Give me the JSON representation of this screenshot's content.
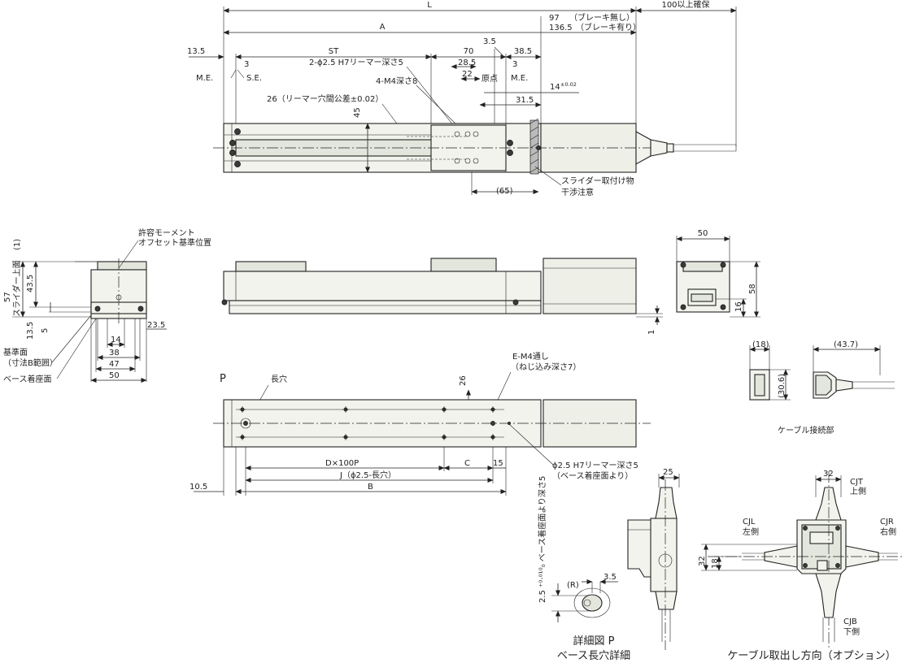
{
  "top_view": {
    "L": "L",
    "A": "A",
    "dim_97": "97",
    "brake_none": "（ブレーキ無し）",
    "dim_136_5": "136.5",
    "brake_with": "（ブレーキ有り）",
    "dim_100": "100以上確保",
    "dim_13_5": "13.5",
    "dim_3_left": "3",
    "ST": "ST",
    "ream_hole": "2-ϕ2.5 H7リーマー深さ5",
    "dim_70": "70",
    "dim_28_5": "28.5",
    "dim_3_5": "3.5",
    "dim_38_5": "38.5",
    "dim_3_right": "3",
    "dim_22": "22",
    "origin": "原点",
    "ME_left": "M.E.",
    "SE": "S.E.",
    "ME_right": "M.E.",
    "M4_depth": "4-M4深さ8",
    "dim_14": "14",
    "dim_14_tol": "±0.02",
    "pitch_26": "26（リーマー穴間公差±0.02）",
    "dim_31_5": "31.5",
    "dim_45": "45",
    "dim_65": "(65)",
    "slider_note_1": "スライダー取付け物",
    "slider_note_2": "干渉注意"
  },
  "side_view": {
    "dim_1": "(1)",
    "moment_1": "許容モーメント",
    "moment_2": "オフセット基準位置",
    "dim_57": "57",
    "slider_top": "スライダー上面",
    "dim_43_5": "43.5",
    "dim_13_5": "13.5",
    "dim_5": "5",
    "dim_23_5": "23.5",
    "dim_14": "14",
    "dim_38": "38",
    "dim_47": "47",
    "dim_50": "50",
    "ref_face_1": "基準面",
    "ref_face_2": "（寸法B範囲）",
    "base_face": "ベース着座面"
  },
  "front_view": {
    "dim_1": "1"
  },
  "end_view": {
    "dim_50": "50",
    "dim_58": "58",
    "dim_16": "16"
  },
  "cable_connector": {
    "dim_18": "(18)",
    "dim_30_6": "(30.6)",
    "dim_43_7": "(43.7)",
    "caption": "ケーブル接続部"
  },
  "bottom_view": {
    "P": "P",
    "slot_label": "長穴",
    "dim_26": "26",
    "E_M4_1": "E-M4通し",
    "E_M4_2": "（ねじ込み深さ7）",
    "D100P": "D×100P",
    "C": "C",
    "dim_15": "15",
    "J_slot": "J（ϕ2.5-長穴）",
    "B": "B",
    "dim_10_5": "10.5",
    "ream_1": "ϕ2.5 H7リーマー深さ5",
    "ream_2": "（ベース着座面より）"
  },
  "detail_P": {
    "depth_label": "2.5 ⁺⁰·⁰¹⁰₀ ベース着座面より深さ5",
    "dim_3_5": "3.5",
    "R_label": "(R)",
    "caption_1": "詳細図 P",
    "caption_2": "ベース長穴詳細"
  },
  "cable_direction": {
    "dim_25": "25",
    "dim_32_top": "32",
    "CJT_1": "CJT",
    "CJT_2": "上側",
    "CJL_1": "CJL",
    "CJL_2": "左側",
    "CJR_1": "CJR",
    "CJR_2": "右側",
    "CJB_1": "CJB",
    "CJB_2": "下側",
    "dim_32_left": "32",
    "dim_18": "18",
    "caption": "ケーブル取出し方向（オプション）"
  }
}
